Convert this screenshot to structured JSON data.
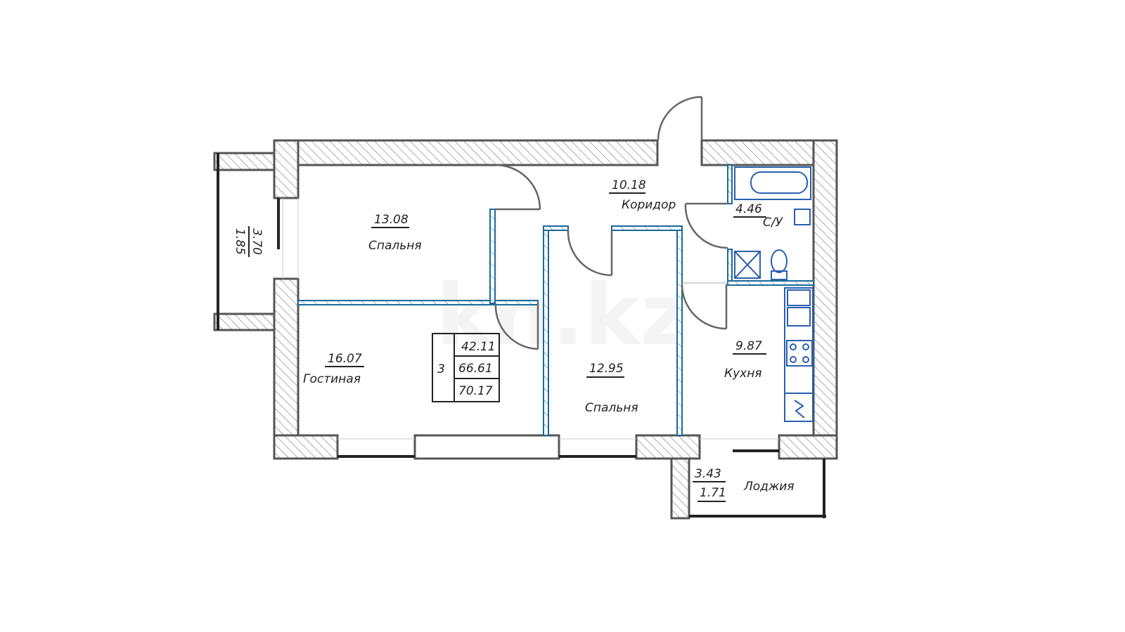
{
  "plan": {
    "rooms_count": "3",
    "areas": {
      "living": "42.11",
      "total": "66.61",
      "total_with_loggia": "70.17"
    },
    "rooms": [
      {
        "area": "13.08",
        "name": "Спальня"
      },
      {
        "area": "16.07",
        "name": "Гостиная"
      },
      {
        "area": "10.18",
        "name": "Коридор"
      },
      {
        "area": "4.46",
        "name": "С/У"
      },
      {
        "area": "12.95",
        "name": "Спальня"
      },
      {
        "area": "9.87",
        "name": "Кухня"
      }
    ],
    "balcony": {
      "area_full": "3.70",
      "area_reduced": "1.85"
    },
    "loggia": {
      "area_full": "3.43",
      "area_reduced": "1.71",
      "name": "Лоджия"
    },
    "watermark": "kn.kz"
  },
  "colors": {
    "wall": "#555555",
    "partition": "#1a6a9a",
    "fixture": "#2a5fb0"
  }
}
